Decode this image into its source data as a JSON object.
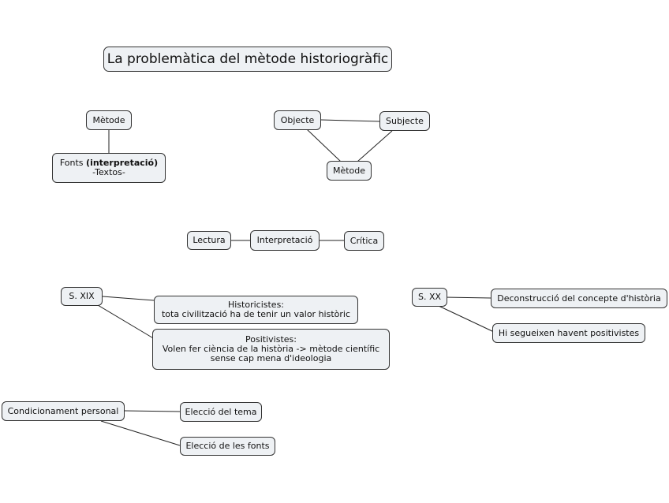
{
  "title": "La problemàtica del mètode historiogràfic",
  "nodes": {
    "metode_left": "Mètode",
    "fonts_a": "Fonts ",
    "fonts_b": "(interpretació)",
    "fonts_c": "-Textos-",
    "objecte": "Objecte",
    "subjecte": "Subjecte",
    "metode_center": "Mètode",
    "lectura": "Lectura",
    "interpretacio": "Interpretació",
    "critica": "Crítica",
    "s_xix": "S. XIX",
    "historicistes_1": "Historicistes:",
    "historicistes_2": "tota civilització ha de tenir un valor històric",
    "positivistes_1": "Positivistes:",
    "positivistes_2": "Volen fer ciència de la història -> mètode científic",
    "positivistes_3": "sense cap mena d'ideologia",
    "s_xx": "S. XX",
    "deconstruccio": "Deconstrucció del concepte d'història",
    "segueixen": "Hi segueixen havent positivistes",
    "condicionament": "Condicionament personal",
    "eleccio_tema": "Elecció del tema",
    "eleccio_fonts": "Elecció de les fonts"
  }
}
